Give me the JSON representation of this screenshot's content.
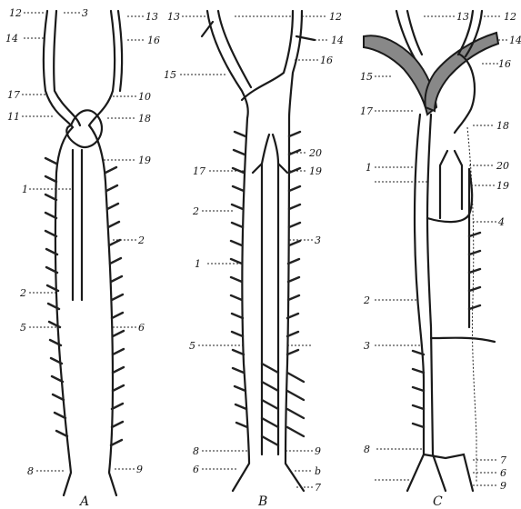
{
  "panels": [
    {
      "caption": "A",
      "labels": [
        "12",
        "14",
        "3",
        "13",
        "16",
        "17",
        "10",
        "11",
        "18",
        "19",
        "1",
        "2",
        "2",
        "5",
        "6",
        "8",
        "9"
      ]
    },
    {
      "caption": "B",
      "labels": [
        "13",
        "12",
        "14",
        "16",
        "15",
        "19",
        "20",
        "17",
        "2",
        "1",
        "3",
        "5",
        "8",
        "6",
        "9",
        "b",
        "7"
      ]
    },
    {
      "caption": "C",
      "labels": [
        "13",
        "12",
        "14",
        "16",
        "15",
        "17",
        "18",
        "1",
        "20",
        "19",
        "4",
        "2",
        "3",
        "8",
        "7",
        "6",
        "9"
      ]
    }
  ]
}
